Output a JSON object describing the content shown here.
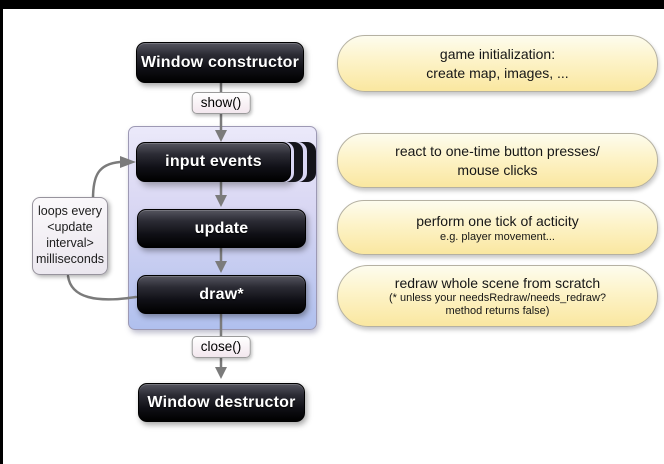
{
  "flow": {
    "constructor": "Window constructor",
    "show": "show()",
    "input_events": "input events",
    "update": "update",
    "draw": "draw*",
    "close": "close()",
    "destructor": "Window destructor"
  },
  "loop_note": {
    "line1": "loops every",
    "line2": "<update",
    "line3": "interval>",
    "line4": "milliseconds"
  },
  "annotations": {
    "init": {
      "line1": "game initialization:",
      "line2": "create map, images, ..."
    },
    "input": {
      "line1": "react to one-time button presses/",
      "line2": "mouse clicks"
    },
    "update": {
      "line1": "perform one tick of acticity",
      "line2": "e.g. player movement..."
    },
    "draw": {
      "line1": "redraw whole scene from scratch",
      "line2": "(* unless your needsRedraw/needs_redraw?",
      "line3": "method returns false)"
    }
  },
  "colors": {
    "container_top": "#ebe9fa",
    "container_bottom": "#b0c0ee",
    "pill_top": "#fdfcee",
    "pill_bottom": "#fae7a0",
    "node_fill": "#0b0b10",
    "method_label_bg": "#f3e7ee",
    "arrow": "#7b7b7b",
    "frame": "#000000"
  }
}
